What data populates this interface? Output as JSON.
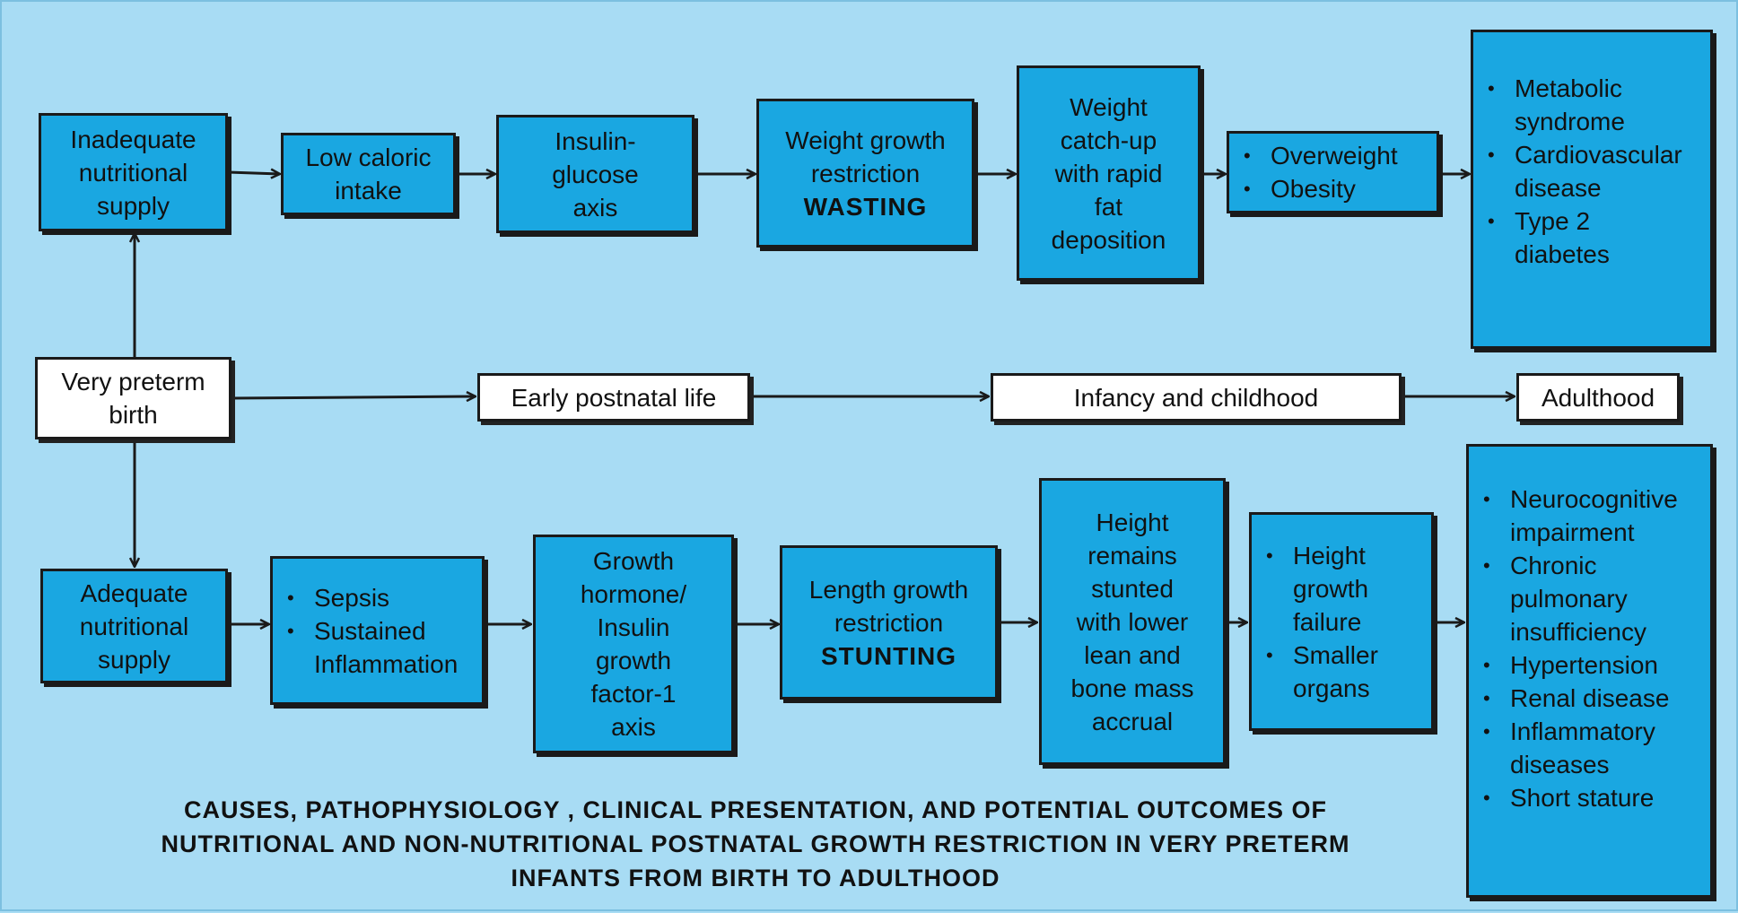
{
  "top_row": {
    "inadequate": "Inadequate\nnutritional\nsupply",
    "low_caloric": "Low caloric\nintake",
    "insulin_glucose": "Insulin-\nglucose\naxis",
    "weight_restriction": "Weight growth\nrestriction",
    "wasting": "WASTING",
    "weight_catchup": "Weight\ncatch-up\nwith rapid\nfat\ndeposition",
    "overweight_items": [
      "Overweight",
      "Obesity"
    ],
    "adult_outcomes": [
      "Metabolic\nsyndrome",
      "Cardiovascular\ndisease",
      "Type 2\ndiabetes"
    ]
  },
  "timeline": {
    "very_preterm": "Very preterm\nbirth",
    "early_postnatal": "Early postnatal life",
    "infancy": "Infancy and childhood",
    "adulthood": "Adulthood"
  },
  "bottom_row": {
    "adequate": "Adequate\nnutritional\nsupply",
    "sepsis_items": [
      "Sepsis",
      "Sustained\nInflammation"
    ],
    "gh_axis": "Growth\nhormone/\nInsulin\ngrowth\nfactor-1\naxis",
    "length_restriction": "Length growth\nrestriction",
    "stunting": "STUNTING",
    "height_stunted": "Height\nremains\nstunted\nwith lower\nlean and\nbone mass\naccrual",
    "height_items": [
      "Height\ngrowth\nfailure",
      "Smaller\norgans"
    ],
    "adult_outcomes": [
      "Neurocognitive\nimpairment",
      "Chronic\npulmonary\ninsufficiency",
      "Hypertension",
      "Renal disease",
      "Inflammatory\ndiseases",
      "Short stature"
    ]
  },
  "caption": "CAUSES, PATHOPHYSIOLOGY , CLINICAL PRESENTATION, AND POTENTIAL OUTCOMES OF\nNUTRITIONAL AND NON-NUTRITIONAL POSTNATAL GROWTH RESTRICTION IN VERY PRETERM\nINFANTS FROM BIRTH TO ADULTHOOD",
  "colors": {
    "background": "#a8dcf4",
    "box_fill": "#1aa7e1",
    "timeline_fill": "#ffffff",
    "line": "#1a1a1a"
  }
}
